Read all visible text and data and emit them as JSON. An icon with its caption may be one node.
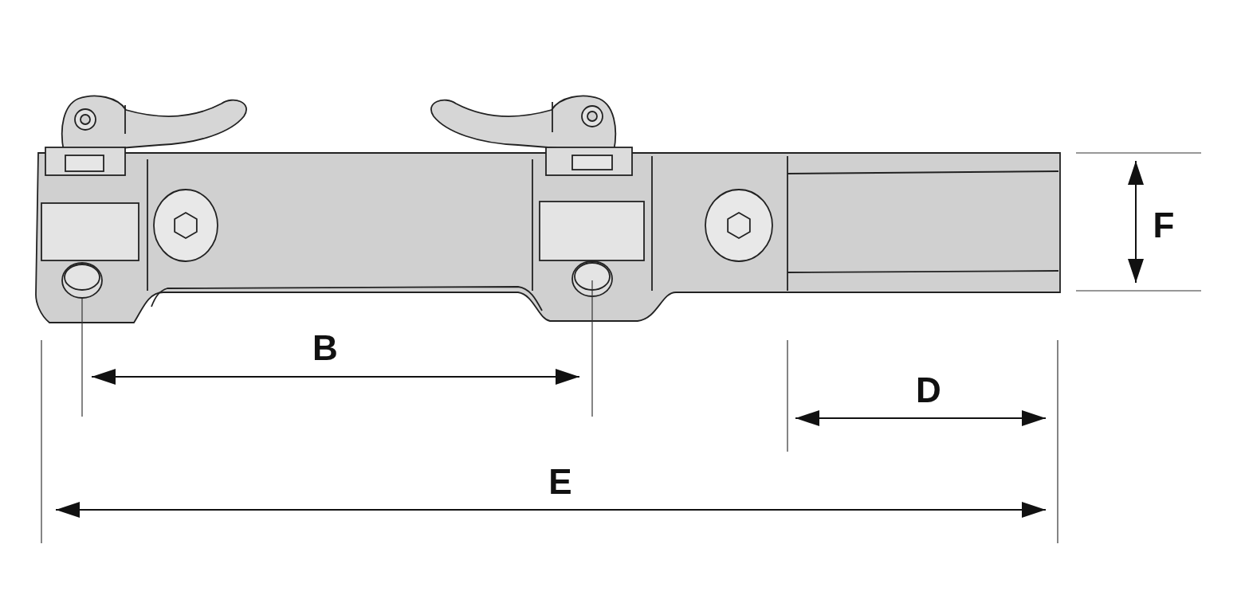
{
  "diagram": {
    "labels": [
      "F",
      "B",
      "D",
      "E"
    ]
  }
}
